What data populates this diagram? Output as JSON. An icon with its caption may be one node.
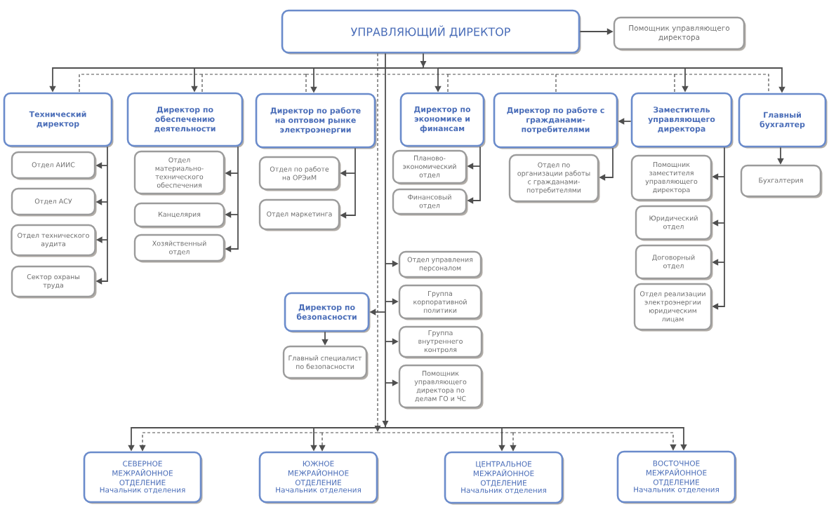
{
  "diagram": {
    "nodes": [
      {
        "text": [
          "УПРАВЛЯЮЩИЙ ДИРЕКТОР"
        ]
      },
      {
        "text": [
          "Помощник управляющего директора"
        ]
      },
      {
        "text": [
          "Технический директор"
        ]
      },
      {
        "text": [
          "Директор по обеспечению деятельности"
        ]
      },
      {
        "text": [
          "Директор по работе на оптовом рынке электроэнергии"
        ]
      },
      {
        "text": [
          "Директор по экономике и финансам"
        ]
      },
      {
        "text": [
          "Директор по работе с гражданами-потребителями"
        ]
      },
      {
        "text": [
          "Заместитель управляющего директора"
        ]
      },
      {
        "text": [
          "Главный бухгалтер"
        ]
      },
      {
        "text": [
          "Отдел АИИС"
        ]
      },
      {
        "text": [
          "Отдел АСУ"
        ]
      },
      {
        "text": [
          "Отдел технического аудита"
        ]
      },
      {
        "text": [
          "Сектор охраны труда"
        ]
      },
      {
        "text": [
          "Отдел материально-технического обеспечения"
        ]
      },
      {
        "text": [
          "Канцелярия"
        ]
      },
      {
        "text": [
          "Хозяйственный отдел"
        ]
      },
      {
        "text": [
          "Отдел по работе на ОРЭиМ"
        ]
      },
      {
        "text": [
          "Отдел маркетинга"
        ]
      },
      {
        "text": [
          "Планово-экономический отдел"
        ]
      },
      {
        "text": [
          "Финансовый отдел"
        ]
      },
      {
        "text": [
          "Отдел по организации работы с гражданами-потребителями"
        ]
      },
      {
        "text": [
          "Помощник заместителя управляющего директора"
        ]
      },
      {
        "text": [
          "Юридический отдел"
        ]
      },
      {
        "text": [
          "Договорный отдел"
        ]
      },
      {
        "text": [
          "Отдел реализации электроэнергии юридическим лицам"
        ]
      },
      {
        "text": [
          "Бухгалтерия"
        ]
      },
      {
        "text": [
          "Директор по безопасности"
        ]
      },
      {
        "text": [
          "Главный специалист по безопасности"
        ]
      },
      {
        "text": [
          "Отдел управления персоналом"
        ]
      },
      {
        "text": [
          "Группа корпоративной политики"
        ]
      },
      {
        "text": [
          "Группа внутреннего контроля"
        ]
      },
      {
        "text": [
          "Помощник управляющего директора по делам ГО и ЧС"
        ]
      },
      {
        "text": [
          "СЕВЕРНОЕ МЕЖРАЙОННОЕ ОТДЕЛЕНИЕ",
          "Начальник отделения"
        ]
      },
      {
        "text": [
          "ЮЖНОЕ МЕЖРАЙОННОЕ ОТДЕЛЕНИЕ",
          "Начальник отделения"
        ]
      },
      {
        "text": [
          "ЦЕНТРАЛЬНОЕ МЕЖРАЙОННОЕ ОТДЕЛЕНИЕ",
          "Начальник отделения"
        ]
      },
      {
        "text": [
          "ВОСТОЧНОЕ МЕЖРАЙОННОЕ ОТДЕЛЕНИЕ",
          "Начальник отделения"
        ]
      }
    ],
    "edges": [
      {
        "from": 0,
        "to": 1,
        "arrow": "to"
      },
      {
        "from": 0,
        "to": 2,
        "arrow": "to"
      },
      {
        "from": 0,
        "to": 3,
        "arrow": "to"
      },
      {
        "from": 0,
        "to": 4,
        "arrow": "to"
      },
      {
        "from": 0,
        "to": 5,
        "arrow": "to"
      },
      {
        "from": 0,
        "to": 7,
        "arrow": "to"
      },
      {
        "from": 0,
        "to": 8,
        "arrow": "to"
      },
      {
        "from": 7,
        "to": 6,
        "arrow": "to"
      },
      {
        "from": 0,
        "to": 2,
        "arrow": "none",
        "style": "dashed"
      },
      {
        "from": 0,
        "to": 3,
        "arrow": "none",
        "style": "dashed"
      },
      {
        "from": 0,
        "to": 4,
        "arrow": "none",
        "style": "dashed"
      },
      {
        "from": 0,
        "to": 5,
        "arrow": "none",
        "style": "dashed"
      },
      {
        "from": 0,
        "to": 6,
        "arrow": "none",
        "style": "dashed"
      },
      {
        "from": 0,
        "to": 7,
        "arrow": "none",
        "style": "dashed"
      },
      {
        "from": 0,
        "to": 8,
        "arrow": "none",
        "style": "dashed"
      },
      {
        "from": 2,
        "to": 9,
        "arrow": "to"
      },
      {
        "from": 2,
        "to": 10,
        "arrow": "to"
      },
      {
        "from": 2,
        "to": 11,
        "arrow": "to"
      },
      {
        "from": 2,
        "to": 12,
        "arrow": "to"
      },
      {
        "from": 3,
        "to": 13,
        "arrow": "to"
      },
      {
        "from": 3,
        "to": 14,
        "arrow": "to"
      },
      {
        "from": 3,
        "to": 15,
        "arrow": "to"
      },
      {
        "from": 4,
        "to": 16,
        "arrow": "to"
      },
      {
        "from": 4,
        "to": 17,
        "arrow": "to"
      },
      {
        "from": 5,
        "to": 18,
        "arrow": "to"
      },
      {
        "from": 5,
        "to": 19,
        "arrow": "to"
      },
      {
        "from": 6,
        "to": 20,
        "arrow": "to"
      },
      {
        "from": 7,
        "to": 21,
        "arrow": "to"
      },
      {
        "from": 7,
        "to": 22,
        "arrow": "to"
      },
      {
        "from": 7,
        "to": 23,
        "arrow": "to"
      },
      {
        "from": 7,
        "to": 24,
        "arrow": "to"
      },
      {
        "from": 8,
        "to": 25,
        "arrow": "to"
      },
      {
        "from": 0,
        "to": 26,
        "arrow": "to"
      },
      {
        "from": 26,
        "to": 27,
        "arrow": "to"
      },
      {
        "from": 0,
        "to": 28,
        "arrow": "to"
      },
      {
        "from": 0,
        "to": 29,
        "arrow": "to"
      },
      {
        "from": 0,
        "to": 30,
        "arrow": "to"
      },
      {
        "from": 0,
        "to": 31,
        "arrow": "to"
      },
      {
        "from": 0,
        "to": 32,
        "arrow": "to"
      },
      {
        "from": 0,
        "to": 33,
        "arrow": "to"
      },
      {
        "from": 0,
        "to": 34,
        "arrow": "to"
      },
      {
        "from": 0,
        "to": 35,
        "arrow": "to"
      },
      {
        "from": 0,
        "to": 32,
        "arrow": "to",
        "style": "dashed"
      },
      {
        "from": 0,
        "to": 33,
        "arrow": "to",
        "style": "dashed"
      },
      {
        "from": 0,
        "to": 34,
        "arrow": "to",
        "style": "dashed"
      },
      {
        "from": 0,
        "to": 35,
        "arrow": "to",
        "style": "dashed"
      }
    ]
  }
}
